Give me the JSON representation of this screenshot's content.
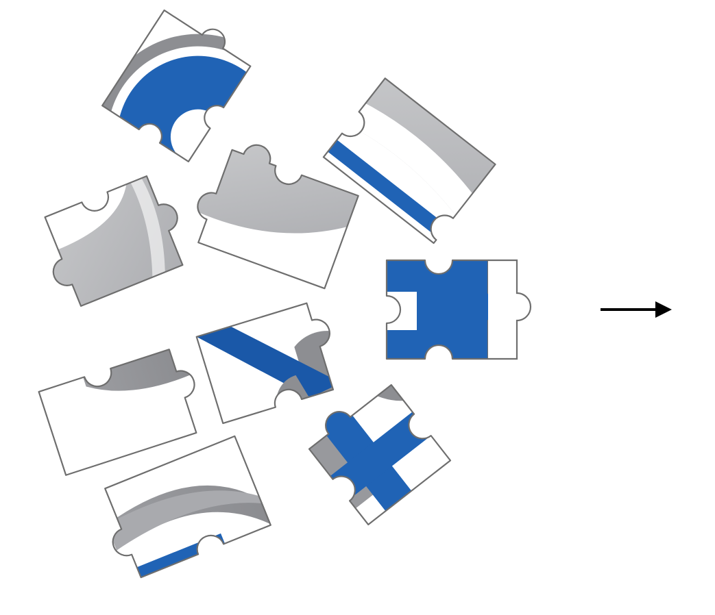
{
  "colors": {
    "background": "#ffffff",
    "blue": "#2063b5",
    "blue_dark": "#1a58a8",
    "gray_light": "#c4c5c7",
    "gray_dark": "#8d8e92",
    "white": "#ffffff",
    "outline": "#6e6e6e",
    "arrow": "#000000"
  },
  "icons": {
    "arrow": "right-arrow-icon"
  },
  "pieces": [
    {
      "id": "piece-1",
      "dominant_color": "blue"
    },
    {
      "id": "piece-2",
      "dominant_color": "gray"
    },
    {
      "id": "piece-3",
      "dominant_color": "gray"
    },
    {
      "id": "piece-4",
      "dominant_color": "gray"
    },
    {
      "id": "piece-5",
      "dominant_color": "blue"
    },
    {
      "id": "piece-6",
      "dominant_color": "gray"
    },
    {
      "id": "piece-7",
      "dominant_color": "blue"
    },
    {
      "id": "piece-8",
      "dominant_color": "blue"
    },
    {
      "id": "piece-9",
      "dominant_color": "gray"
    }
  ]
}
